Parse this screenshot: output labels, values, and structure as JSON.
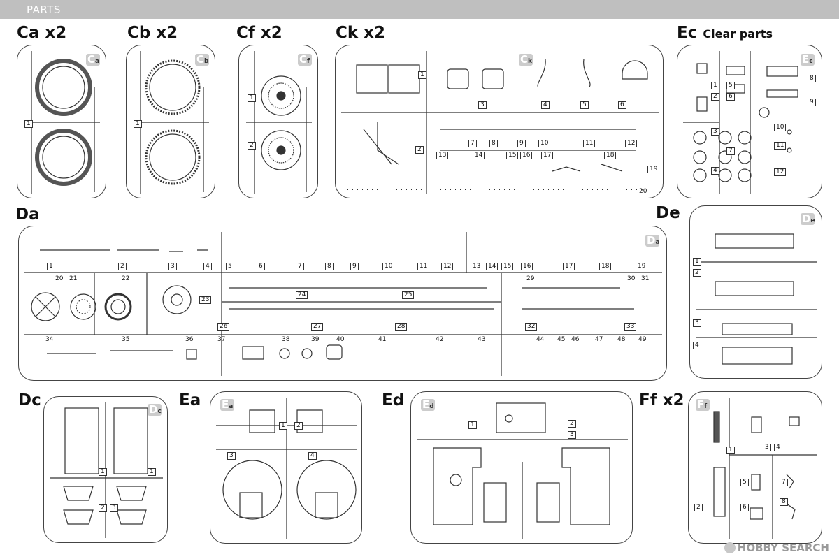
{
  "header": {
    "label": "PARTS"
  },
  "sprues": [
    {
      "title": "Ca x2",
      "badge": "C",
      "badge_sub": "a"
    },
    {
      "title": "Cb x2",
      "badge": "C",
      "badge_sub": "b"
    },
    {
      "title": "Cf x2",
      "badge": "C",
      "badge_sub": "f"
    },
    {
      "title": "Ck x2",
      "badge": "C",
      "badge_sub": "k"
    },
    {
      "title": "Ec",
      "title_sub": "Clear parts",
      "badge": "E",
      "badge_sub": "c"
    },
    {
      "title": "Da",
      "badge": "D",
      "badge_sub": "a"
    },
    {
      "title": "De",
      "badge": "D",
      "badge_sub": "e"
    },
    {
      "title": "Dc",
      "badge": "D",
      "badge_sub": "c"
    },
    {
      "title": "Ea",
      "badge": "E",
      "badge_sub": "a"
    },
    {
      "title": "Ed",
      "badge": "E",
      "badge_sub": "d"
    },
    {
      "title": "Ff x2",
      "badge": "F",
      "badge_sub": "f"
    }
  ],
  "watermark": "HOBBY SEARCH"
}
